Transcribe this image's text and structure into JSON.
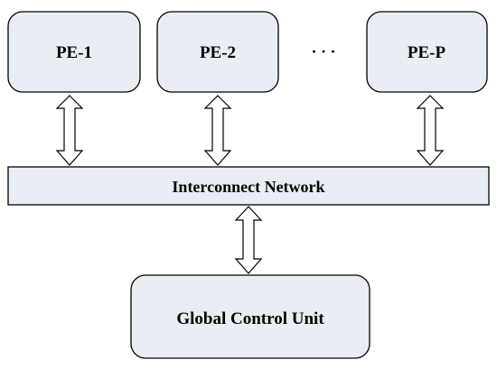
{
  "diagram": {
    "processing_elements": [
      {
        "label": "PE-1"
      },
      {
        "label": "PE-2"
      },
      {
        "label": "PE-P"
      }
    ],
    "ellipsis": "· · ·",
    "network": {
      "label": "Interconnect Network"
    },
    "controller": {
      "label": "Global Control Unit"
    }
  },
  "colors": {
    "box_fill": "#e9eef5",
    "network_fill": "#e9eef5",
    "stroke": "#000000",
    "arrow_fill": "#ffffff"
  }
}
